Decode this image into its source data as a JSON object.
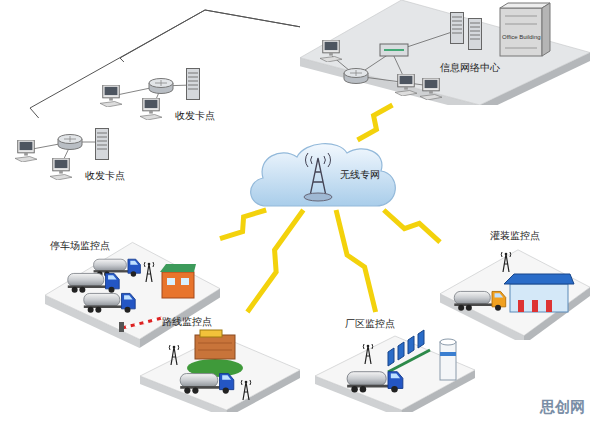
{
  "diagram": {
    "nodes": [
      {
        "text": [
          "信息网络中心"
        ]
      },
      {
        "text": [
          "收发卡点"
        ]
      },
      {
        "text": [
          "收发卡点"
        ]
      },
      {
        "text": [
          "无线专网"
        ]
      },
      {
        "text": [
          "停车场监控点"
        ]
      },
      {
        "text": [
          "路线监控点"
        ]
      },
      {
        "text": [
          "厂区监控点"
        ]
      },
      {
        "text": [
          "灌装监控点"
        ]
      }
    ],
    "edges": [
      {
        "from": 0,
        "to": 1,
        "arrow": "none"
      },
      {
        "from": 0,
        "to": 2,
        "arrow": "none"
      },
      {
        "from": 3,
        "to": 0,
        "arrow": "none"
      },
      {
        "from": 3,
        "to": 4,
        "arrow": "none"
      },
      {
        "from": 3,
        "to": 5,
        "arrow": "none"
      },
      {
        "from": 3,
        "to": 6,
        "arrow": "none"
      },
      {
        "from": 3,
        "to": 7,
        "arrow": "none"
      }
    ],
    "labels": [
      "Office Building",
      "思创网"
    ]
  }
}
